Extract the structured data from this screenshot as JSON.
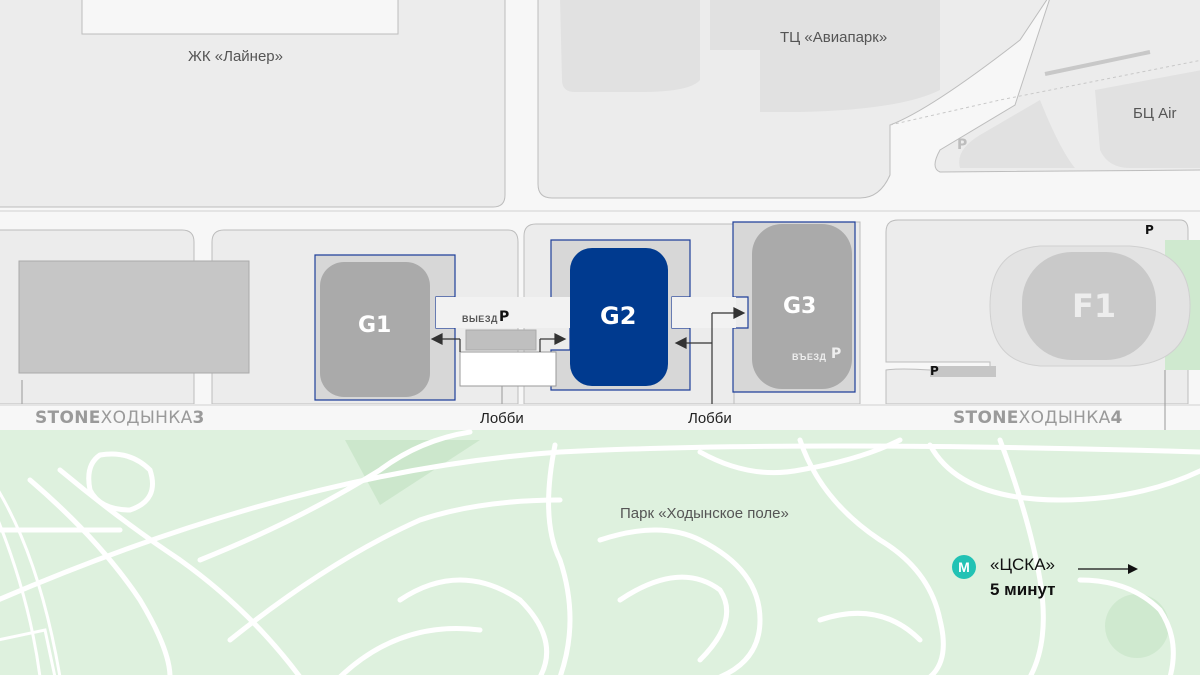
{
  "labels": {
    "liner": "ЖК «Лайнер»",
    "aviapark": "ТЦ «Авиапарк»",
    "bc_air": "БЦ Air",
    "park": "Парк «Ходынское поле»",
    "lobby_left": "Лобби",
    "lobby_right": "Лобби"
  },
  "buildings": {
    "g1": "G1",
    "g2": "G2",
    "g3": "G3",
    "f1": "F1"
  },
  "exits": {
    "g1_exit": "ВЫЕЗД",
    "g3_exit": "ВЪЕЗД"
  },
  "parking": {
    "symbol": "P"
  },
  "brands": {
    "left_bold": "STONE",
    "left_rest": "ХОДЫНКА",
    "left_num": "3",
    "right_bold": "STONE",
    "right_rest": "ХОДЫНКА",
    "right_num": "4"
  },
  "metro": {
    "icon_letter": "M",
    "station": "«ЦСКА»",
    "walk_time": "5 минут"
  },
  "colors": {
    "background": "#f7f7f7",
    "block": "#e9e9e9",
    "park": "#def1de",
    "park_path": "#ffffff",
    "building_gray": "#aaaaaa",
    "highlight": "#003a8f",
    "outline": "#1f3f9a",
    "metro": "#22c2b4"
  },
  "icons": [
    "arrow-right-icon",
    "arrow-left-icon",
    "metro-icon",
    "parking-icon"
  ]
}
